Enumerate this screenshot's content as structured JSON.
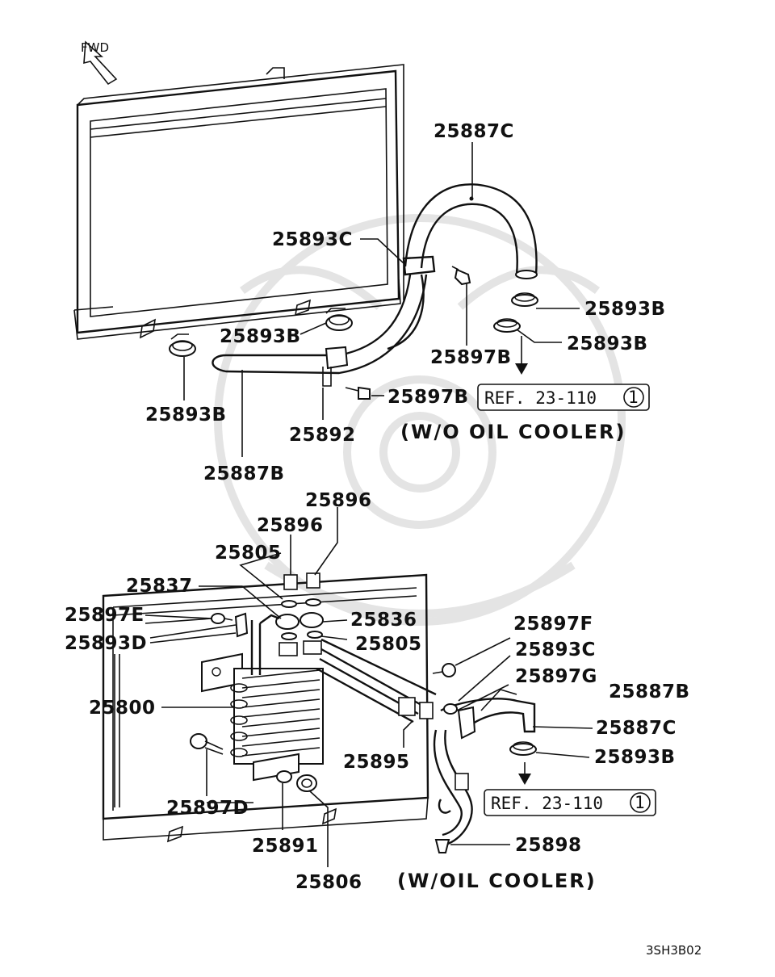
{
  "diagram": {
    "direction_indicator": "FWD",
    "drawing_code": "3SH3B02",
    "upper_section": {
      "caption": "(W/O OIL COOLER)",
      "reference": {
        "text": "REF. 23-110",
        "number": "1"
      },
      "labels": {
        "l_25887C": "25887C",
        "l_25893C": "25893C",
        "l_25893B_r1": "25893B",
        "l_25893B_r2": "25893B",
        "l_25893B_m": "25893B",
        "l_25893B_l": "25893B",
        "l_25897B_u": "25897B",
        "l_25897B_l": "25897B",
        "l_25892": "25892",
        "l_25887B": "25887B"
      }
    },
    "lower_section": {
      "caption": "(W/OIL COOLER)",
      "reference": {
        "text": "REF. 23-110",
        "number": "1"
      },
      "labels": {
        "l_25896_a": "25896",
        "l_25896_b": "25896",
        "l_25805_a": "25805",
        "l_25837": "25837",
        "l_25897E": "25897E",
        "l_25893D": "25893D",
        "l_25836": "25836",
        "l_25805_b": "25805",
        "l_25800": "25800",
        "l_25897F": "25897F",
        "l_25893C": "25893C",
        "l_25897G": "25897G",
        "l_25887B": "25887B",
        "l_25887C": "25887C",
        "l_25893B": "25893B",
        "l_25895": "25895",
        "l_25897D": "25897D",
        "l_25891": "25891",
        "l_25806": "25806",
        "l_25898": "25898"
      }
    }
  }
}
